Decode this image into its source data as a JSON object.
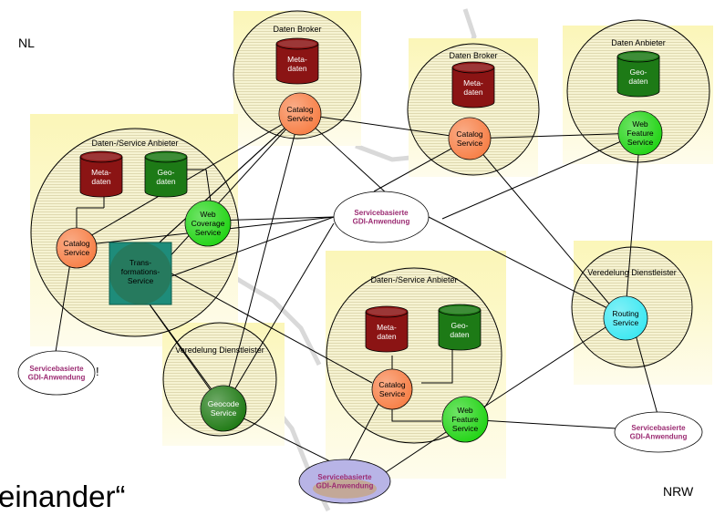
{
  "corner_labels": {
    "top_left": "NL",
    "bottom_right": "NRW"
  },
  "slogan_fragment": "einander“",
  "colors": {
    "yellow_box": "#fbf6bd",
    "circle_fill": "#f3f0c8",
    "db_red": "#8b1414",
    "db_green": "#1d7a16",
    "catalog": "#f77f46",
    "web_service": "#22d415",
    "geocode": "#1f7a14",
    "routing": "#3de8f2",
    "transform": "#1e8c7a",
    "client_text": "#9b2b72",
    "slogan": "#ff1a1a"
  },
  "nodes": {
    "broker1": {
      "title": "Daten Broker",
      "db": "Meta-\ndaten",
      "service": "Catalog\nService"
    },
    "broker2": {
      "title": "Daten Broker",
      "db": "Meta-\ndaten",
      "service": "Catalog\nService"
    },
    "anbieter_top": {
      "title": "Daten Anbieter",
      "db": "Geo-\ndaten",
      "service": "Web\nFeature\nService"
    },
    "anbieter_left": {
      "title": "Daten-/Service Anbieter",
      "db_meta": "Meta-\ndaten",
      "db_geo": "Geo-\ndaten",
      "catalog": "Catalog\nService",
      "coverage": "Web\nCoverage\nService",
      "transform": "Trans-\nformations-\nService"
    },
    "veredelung_geocode": {
      "title": "Veredelung Dienstleister",
      "service": "Geocode\nService"
    },
    "anbieter_center": {
      "title": "Daten-/Service Anbieter",
      "db_meta": "Meta-\ndaten",
      "db_geo": "Geo-\ndaten",
      "catalog": "Catalog\nService",
      "feature": "Web\nFeature\nService"
    },
    "veredelung_routing": {
      "title": "Veredelung Dienstleister",
      "service": "Routing\nService"
    }
  },
  "clients": {
    "center": "Servicebasierte\nGDI-Anwendung",
    "left": "Servicebasierte\nGDI-Anwendung",
    "bottom": "Servicebasierte\nGDI-Anwendung",
    "right": "Servicebasierte\nGDI-Anwendung"
  }
}
